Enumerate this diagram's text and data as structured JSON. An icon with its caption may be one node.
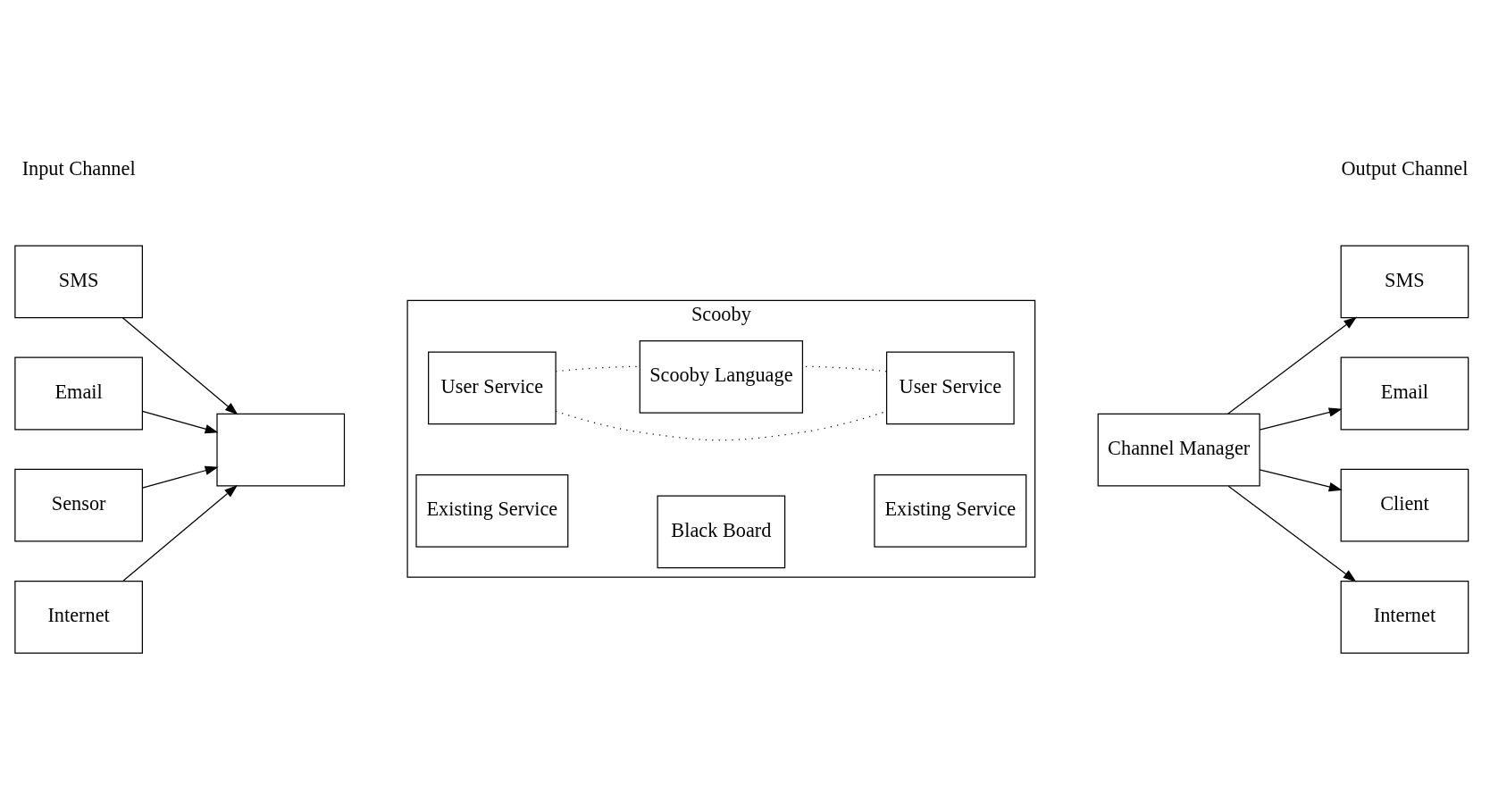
{
  "diagram": {
    "nodes": [
      {
        "text": [
          "SMS"
        ]
      },
      {
        "text": [
          "Email"
        ]
      },
      {
        "text": [
          "Sensor"
        ]
      },
      {
        "text": [
          "Internet"
        ]
      },
      {
        "text": [
          "Scooby"
        ]
      },
      {
        "text": [],
        "shape": "box"
      },
      {
        "text": [
          "User Service"
        ],
        "in": 4
      },
      {
        "text": [
          "User Service"
        ],
        "in": 4
      },
      {
        "text": [
          "Scooby Language"
        ],
        "in": 4
      },
      {
        "text": [
          "Black Board"
        ],
        "in": 4
      },
      {
        "text": [
          "Existing Service"
        ],
        "in": 4
      },
      {
        "text": [
          "Existing Service"
        ],
        "in": 4
      },
      {
        "text": [
          "Channel Manager"
        ]
      },
      {
        "text": [
          "SMS"
        ]
      },
      {
        "text": [
          "Email"
        ]
      },
      {
        "text": [
          "Client"
        ]
      },
      {
        "text": [
          "Internet"
        ]
      }
    ],
    "edges": [
      {
        "from": 0,
        "to": 5,
        "arrow": "to"
      },
      {
        "from": 1,
        "to": 5,
        "arrow": "to"
      },
      {
        "from": 2,
        "to": 5,
        "arrow": "to"
      },
      {
        "from": 3,
        "to": 5,
        "arrow": "to"
      },
      {
        "from": 6,
        "to": 7,
        "arrow": "none",
        "style": "dashed"
      },
      {
        "from": 6,
        "to": 8,
        "arrow": "none",
        "style": "dashed"
      },
      {
        "from": 7,
        "to": 8,
        "arrow": "none",
        "style": "dashed"
      },
      {
        "from": 12,
        "to": 13,
        "arrow": "to"
      },
      {
        "from": 12,
        "to": 14,
        "arrow": "to"
      },
      {
        "from": 12,
        "to": 15,
        "arrow": "to"
      },
      {
        "from": 12,
        "to": 16,
        "arrow": "to"
      }
    ],
    "labels": [
      "Input Channel",
      "Output Channel"
    ]
  }
}
